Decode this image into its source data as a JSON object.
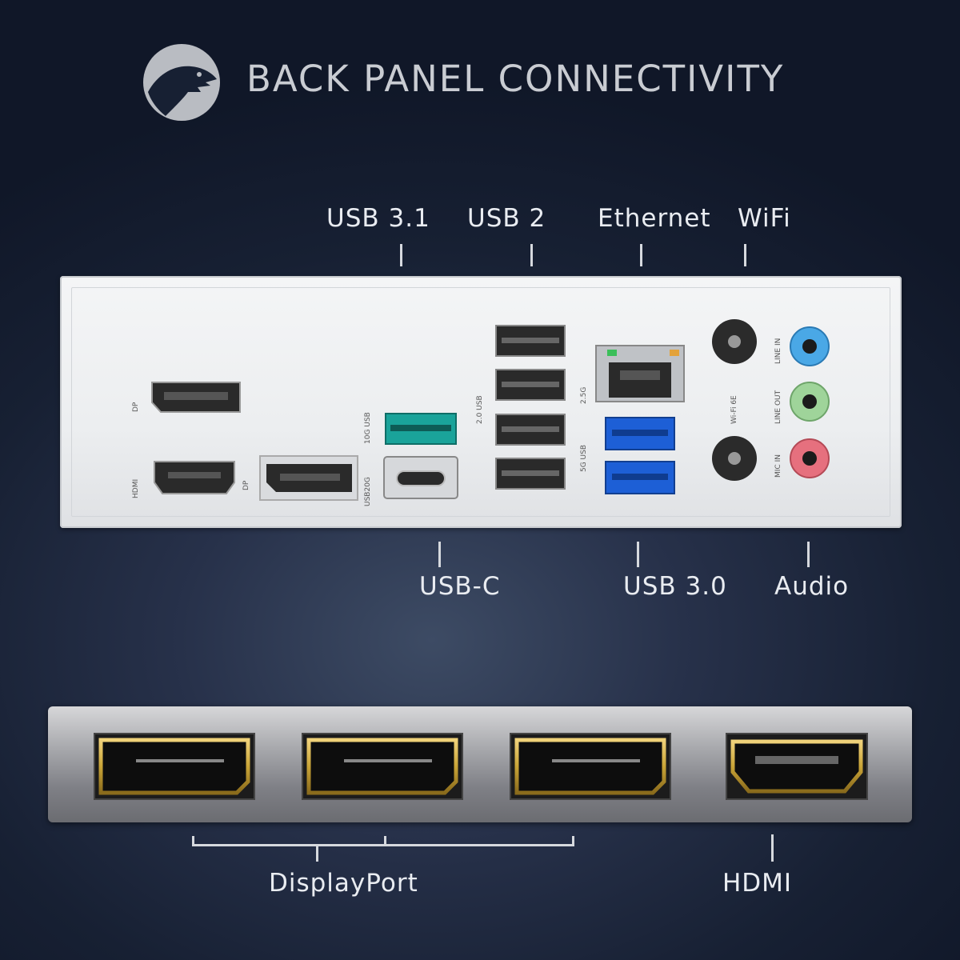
{
  "header": {
    "title": "BACK PANEL CONNECTIVITY",
    "logo_icon": "dinosaur-head-icon"
  },
  "callouts_top": [
    {
      "label": "USB 3.1"
    },
    {
      "label": "USB 2"
    },
    {
      "label": "Ethernet"
    },
    {
      "label": "WiFi"
    }
  ],
  "callouts_bottom": [
    {
      "label": "USB-C"
    },
    {
      "label": "USB 3.0"
    },
    {
      "label": "Audio"
    }
  ],
  "shield_markings": {
    "dp_upper": "DP",
    "hdmi": "HDMI",
    "dp_lower": "DP",
    "usb_10g": "10G USB",
    "usb_20g": "USB20G",
    "usb_2_0": "2.0 USB",
    "lan_2_5g": "2.5G",
    "usb_5g": "5G USB",
    "wifi": "Wi-Fi 6E",
    "line_in": "LINE IN",
    "line_out": "LINE OUT",
    "mic_in": "MIC IN"
  },
  "gpu_labels": {
    "displayport": "DisplayPort",
    "hdmi": "HDMI"
  },
  "colors": {
    "usb31_port": "#1aa39a",
    "usb30_port": "#1d5fd6",
    "audio_blue": "#4aa8e6",
    "audio_green": "#9fd49a",
    "audio_pink": "#e6707e",
    "gold": "#c9a437"
  }
}
